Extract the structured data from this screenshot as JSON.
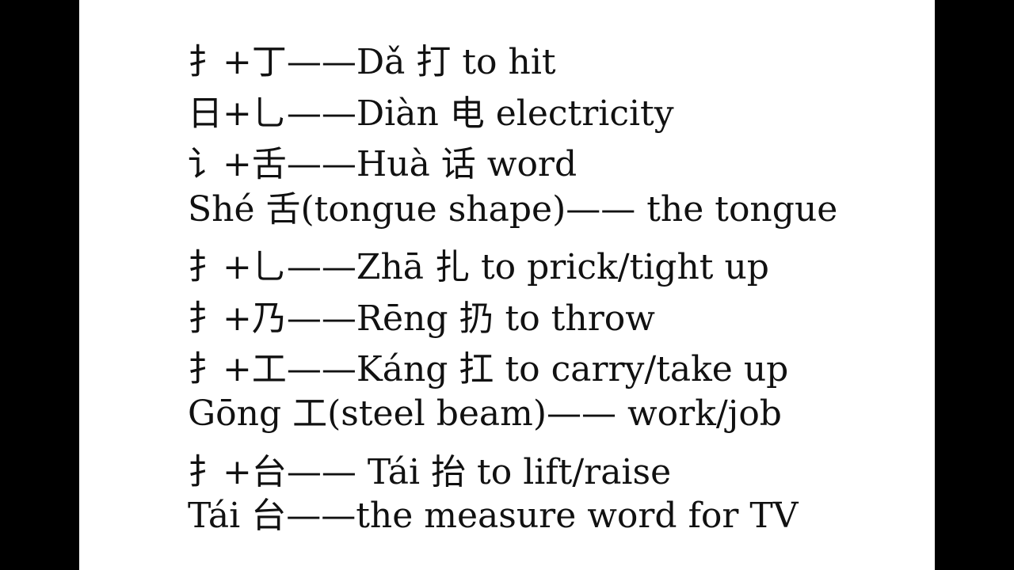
{
  "lines": [
    "扌+丁——Dǎ 打 to hit",
    "日+乚——Diàn 电 electricity",
    "讠+舌——Huà 话 word",
    "Shé 舌(tongue shape)—— the tongue",
    "扌+乚——Zhā 扎 to prick/tight up",
    "扌+乃——Rēng 扔 to throw",
    "扌+工——Káng 扛 to carry/take up",
    "Gōng 工(steel beam)—— work/job",
    "扌+台—— Tái 抬 to lift/raise",
    "Tái 台——the measure word for TV"
  ]
}
